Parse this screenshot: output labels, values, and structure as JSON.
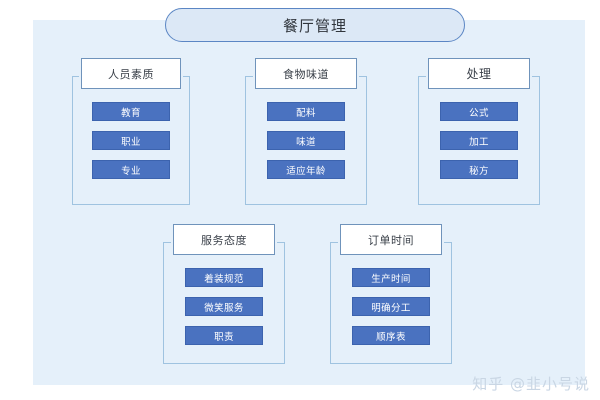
{
  "diagram": {
    "title": "餐厅管理",
    "groups": [
      {
        "id": "personnel-quality",
        "header": "人员素质",
        "items": [
          "教育",
          "职业",
          "专业"
        ]
      },
      {
        "id": "food-taste",
        "header": "食物味道",
        "items": [
          "配料",
          "味道",
          "适应年龄"
        ]
      },
      {
        "id": "processing",
        "header": "处理",
        "items": [
          "公式",
          "加工",
          "秘方"
        ]
      },
      {
        "id": "service-attitude",
        "header": "服务态度",
        "items": [
          "着装规范",
          "微笑服务",
          "职责"
        ]
      },
      {
        "id": "order-time",
        "header": "订单时间",
        "items": [
          "生产时间",
          "明确分工",
          "顺序表"
        ]
      }
    ]
  },
  "watermark": "知乎 @韭小号说",
  "colors": {
    "canvas_background": "#e5f0fa",
    "page_background": "#ffffff",
    "root_fill": "#dce8f6",
    "root_border": "#5b86c4",
    "header_fill": "#ffffff",
    "header_border": "#6f93bb",
    "bracket_border": "#9fc3e0",
    "item_fill": "#4a72c0",
    "item_border": "#3c63ae",
    "item_text": "#ffffff",
    "header_text": "#3a4049",
    "watermark_text": "#c9d6e4"
  }
}
